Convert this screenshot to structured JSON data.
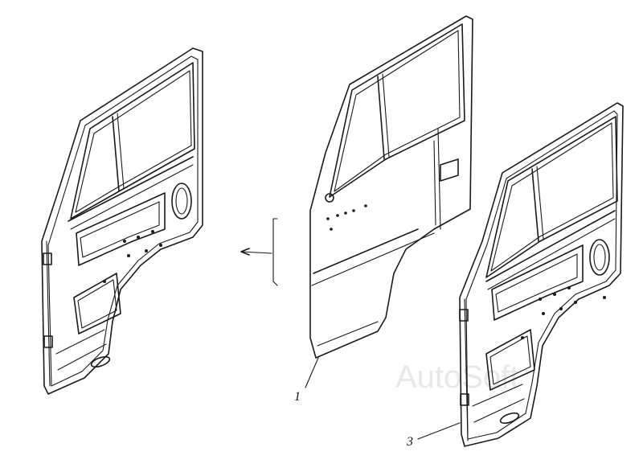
{
  "labels": {
    "part_1": "1",
    "part_3": "3"
  },
  "watermark": {
    "text": "AutoSoft"
  },
  "colors": {
    "line": "#1a1a1a",
    "background": "#ffffff",
    "watermark": "#d9d9d9"
  }
}
